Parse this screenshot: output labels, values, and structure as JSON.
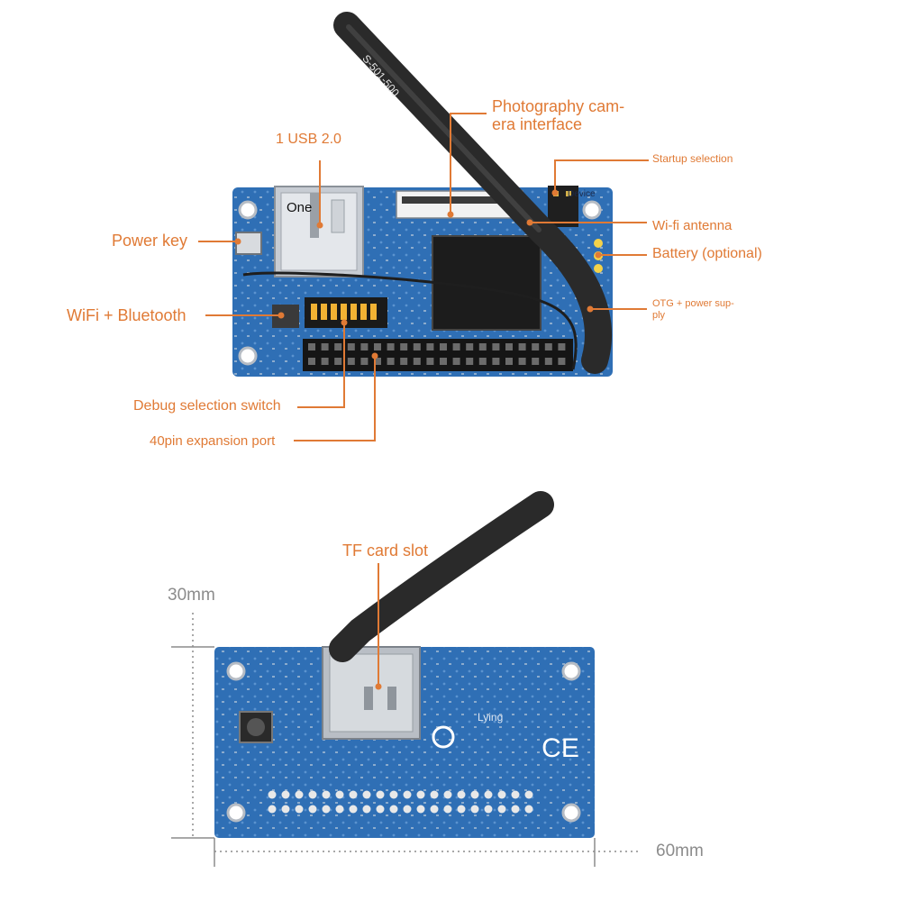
{
  "colors": {
    "label": "#e07a35",
    "pcb": "#2f6fb5",
    "pcb_dark": "#1f4f8d",
    "cable": "#2a2a2a",
    "dimension": "#8c8c8c"
  },
  "top_board": {
    "usb_count_label": "One",
    "device_label": "Device",
    "cable_text": "S-501-500",
    "labels": {
      "camera_line1": "Photography cam-",
      "camera_line2": "era interface",
      "usb": "1 USB 2.0",
      "startup": "Startup selection",
      "power_key": "Power key",
      "wifi_antenna": "Wi-fi antenna",
      "battery": "Battery (optional)",
      "wifi_bt": "WiFi + Bluetooth",
      "otg_line1": "OTG + power sup-",
      "otg_line2": "ply",
      "debug_switch": "Debug selection switch",
      "expansion": "40pin expansion port"
    }
  },
  "bottom_board": {
    "labels": {
      "tf_slot": "TF card slot",
      "lying": "Lying"
    },
    "dimensions": {
      "height": "30mm",
      "width": "60mm"
    }
  }
}
